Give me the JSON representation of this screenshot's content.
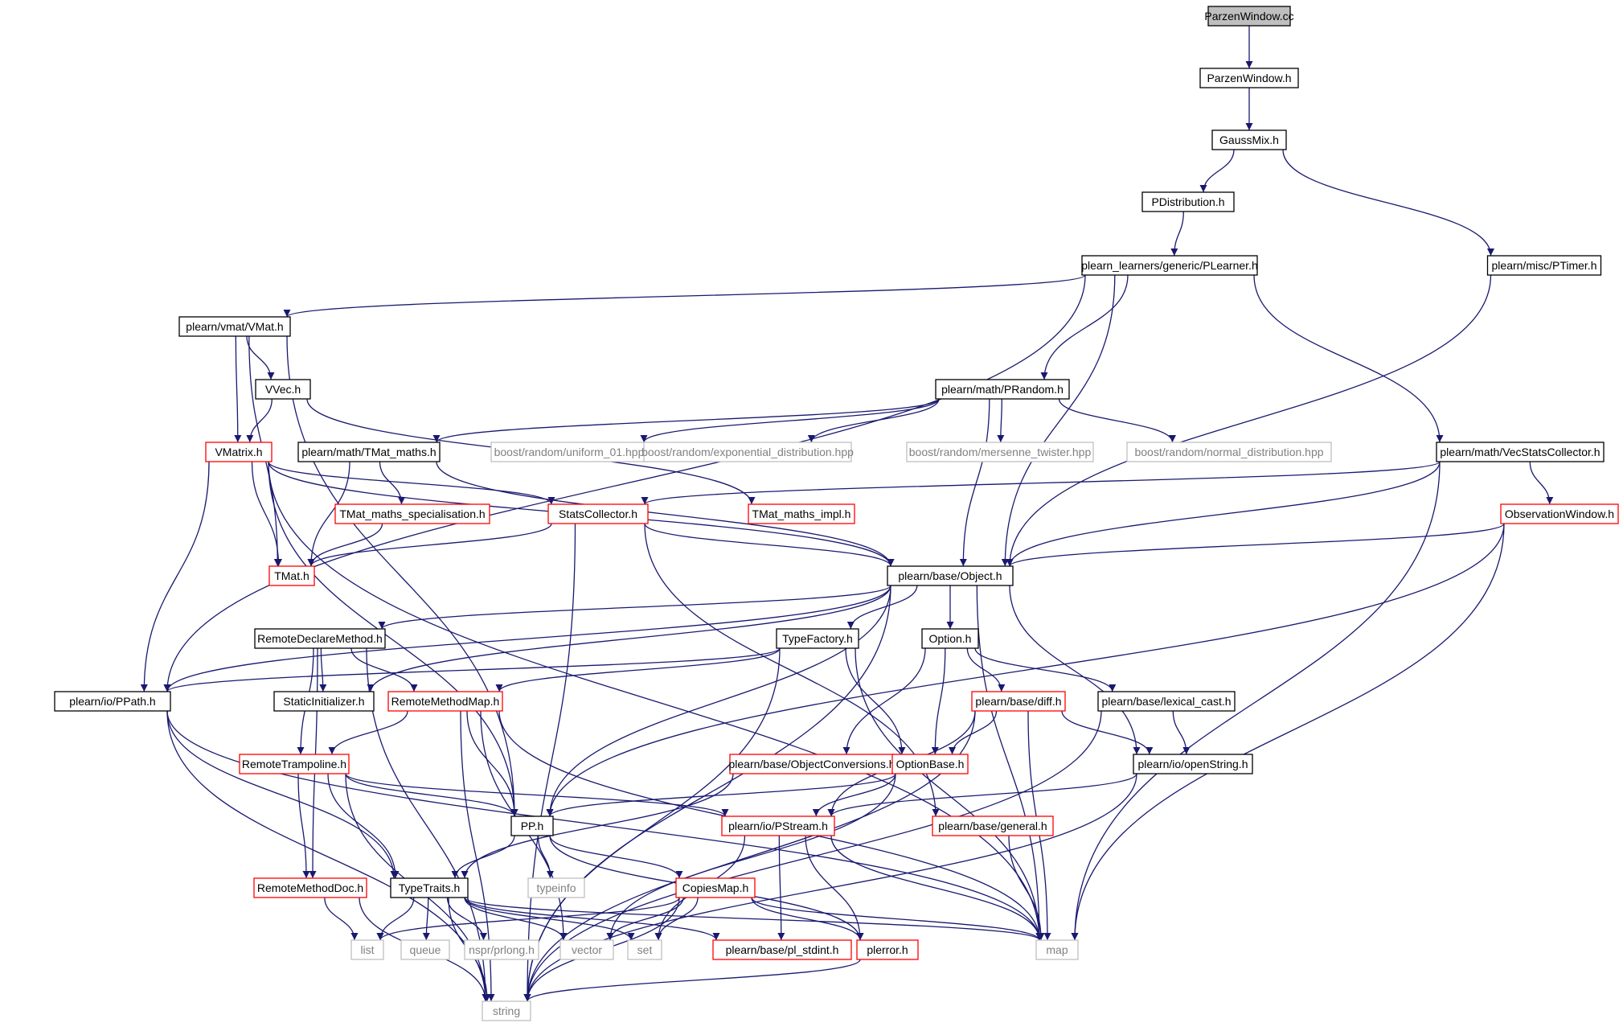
{
  "diagram_title": "",
  "colors": {
    "edge": "#191970",
    "root_fill": "#bfbfbf",
    "normal_border": "#000000",
    "truncated_border": "#ff0000",
    "system_border": "#bfbfbf",
    "system_text": "#808080"
  },
  "nodes": [
    {
      "id": "ParzenWindow_cc",
      "label": "ParzenWindow.cc",
      "kind": "root"
    },
    {
      "id": "ParzenWindow_h",
      "label": "ParzenWindow.h",
      "kind": "normal"
    },
    {
      "id": "GaussMix_h",
      "label": "GaussMix.h",
      "kind": "normal"
    },
    {
      "id": "PDistribution_h",
      "label": "PDistribution.h",
      "kind": "normal"
    },
    {
      "id": "PLearner_h",
      "label": "plearn_learners/generic/PLearner.h",
      "kind": "normal"
    },
    {
      "id": "PTimer_h",
      "label": "plearn/misc/PTimer.h",
      "kind": "normal"
    },
    {
      "id": "VMat_h",
      "label": "plearn/vmat/VMat.h",
      "kind": "normal"
    },
    {
      "id": "VVec_h",
      "label": "VVec.h",
      "kind": "normal"
    },
    {
      "id": "PRandom_h",
      "label": "plearn/math/PRandom.h",
      "kind": "normal"
    },
    {
      "id": "VMatrix_h",
      "label": "VMatrix.h",
      "kind": "truncated"
    },
    {
      "id": "TMat_maths_h",
      "label": "plearn/math/TMat_maths.h",
      "kind": "normal"
    },
    {
      "id": "uniform_01",
      "label": "boost/random/uniform_01.hpp",
      "kind": "system"
    },
    {
      "id": "exp_dist",
      "label": "boost/random/exponential_distribution.hpp",
      "kind": "system"
    },
    {
      "id": "mersenne",
      "label": "boost/random/mersenne_twister.hpp",
      "kind": "system"
    },
    {
      "id": "normal_dist",
      "label": "boost/random/normal_distribution.hpp",
      "kind": "system"
    },
    {
      "id": "VecStatsCollector_h",
      "label": "plearn/math/VecStatsCollector.h",
      "kind": "normal"
    },
    {
      "id": "TMat_maths_spec",
      "label": "TMat_maths_specialisation.h",
      "kind": "truncated"
    },
    {
      "id": "StatsCollector_h",
      "label": "StatsCollector.h",
      "kind": "truncated"
    },
    {
      "id": "TMat_maths_impl",
      "label": "TMat_maths_impl.h",
      "kind": "truncated"
    },
    {
      "id": "ObservationWindow_h",
      "label": "ObservationWindow.h",
      "kind": "truncated"
    },
    {
      "id": "TMat_h",
      "label": "TMat.h",
      "kind": "truncated"
    },
    {
      "id": "Object_h",
      "label": "plearn/base/Object.h",
      "kind": "normal"
    },
    {
      "id": "RemoteDeclareMethod_h",
      "label": "RemoteDeclareMethod.h",
      "kind": "normal"
    },
    {
      "id": "TypeFactory_h",
      "label": "TypeFactory.h",
      "kind": "normal"
    },
    {
      "id": "Option_h",
      "label": "Option.h",
      "kind": "normal"
    },
    {
      "id": "PPath_h",
      "label": "plearn/io/PPath.h",
      "kind": "normal"
    },
    {
      "id": "StaticInitializer_h",
      "label": "StaticInitializer.h",
      "kind": "normal"
    },
    {
      "id": "RemoteMethodMap_h",
      "label": "RemoteMethodMap.h",
      "kind": "truncated"
    },
    {
      "id": "diff_h",
      "label": "plearn/base/diff.h",
      "kind": "truncated"
    },
    {
      "id": "lexical_cast_h",
      "label": "plearn/base/lexical_cast.h",
      "kind": "normal"
    },
    {
      "id": "RemoteTrampoline_h",
      "label": "RemoteTrampoline.h",
      "kind": "truncated"
    },
    {
      "id": "ObjectConversions_h",
      "label": "plearn/base/ObjectConversions.h",
      "kind": "truncated"
    },
    {
      "id": "OptionBase_h",
      "label": "OptionBase.h",
      "kind": "truncated"
    },
    {
      "id": "openString_h",
      "label": "plearn/io/openString.h",
      "kind": "normal"
    },
    {
      "id": "PP_h",
      "label": "PP.h",
      "kind": "normal"
    },
    {
      "id": "PStream_h",
      "label": "plearn/io/PStream.h",
      "kind": "truncated"
    },
    {
      "id": "general_h",
      "label": "plearn/base/general.h",
      "kind": "truncated"
    },
    {
      "id": "RemoteMethodDoc_h",
      "label": "RemoteMethodDoc.h",
      "kind": "truncated"
    },
    {
      "id": "TypeTraits_h",
      "label": "TypeTraits.h",
      "kind": "normal"
    },
    {
      "id": "typeinfo",
      "label": "typeinfo",
      "kind": "system"
    },
    {
      "id": "CopiesMap_h",
      "label": "CopiesMap.h",
      "kind": "truncated"
    },
    {
      "id": "list",
      "label": "list",
      "kind": "system"
    },
    {
      "id": "queue",
      "label": "queue",
      "kind": "system"
    },
    {
      "id": "prlong_h",
      "label": "nspr/prlong.h",
      "kind": "system"
    },
    {
      "id": "vector",
      "label": "vector",
      "kind": "system"
    },
    {
      "id": "set",
      "label": "set",
      "kind": "system"
    },
    {
      "id": "pl_stdint_h",
      "label": "plearn/base/pl_stdint.h",
      "kind": "truncated"
    },
    {
      "id": "plerror_h",
      "label": "plerror.h",
      "kind": "truncated"
    },
    {
      "id": "map",
      "label": "map",
      "kind": "system"
    },
    {
      "id": "string",
      "label": "string",
      "kind": "system"
    }
  ],
  "edges": [
    [
      "ParzenWindow_cc",
      "ParzenWindow_h"
    ],
    [
      "ParzenWindow_h",
      "GaussMix_h"
    ],
    [
      "GaussMix_h",
      "PDistribution_h"
    ],
    [
      "GaussMix_h",
      "PTimer_h"
    ],
    [
      "PDistribution_h",
      "PLearner_h"
    ],
    [
      "PLearner_h",
      "VMat_h"
    ],
    [
      "PLearner_h",
      "PPath_h"
    ],
    [
      "PLearner_h",
      "PRandom_h"
    ],
    [
      "PLearner_h",
      "Object_h"
    ],
    [
      "PLearner_h",
      "VecStatsCollector_h"
    ],
    [
      "PTimer_h",
      "Object_h"
    ],
    [
      "VMat_h",
      "VVec_h"
    ],
    [
      "VMat_h",
      "VMatrix_h"
    ],
    [
      "VMat_h",
      "TMat_h"
    ],
    [
      "VMat_h",
      "PP_h"
    ],
    [
      "VVec_h",
      "VMatrix_h"
    ],
    [
      "VVec_h",
      "TMat_maths_impl"
    ],
    [
      "VMatrix_h",
      "TMat_h"
    ],
    [
      "VMatrix_h",
      "PPath_h"
    ],
    [
      "VMatrix_h",
      "StatsCollector_h"
    ],
    [
      "VMatrix_h",
      "Object_h"
    ],
    [
      "VMatrix_h",
      "PP_h"
    ],
    [
      "VMatrix_h",
      "map"
    ],
    [
      "PRandom_h",
      "TMat_maths_h"
    ],
    [
      "PRandom_h",
      "uniform_01"
    ],
    [
      "PRandom_h",
      "exp_dist"
    ],
    [
      "PRandom_h",
      "mersenne"
    ],
    [
      "PRandom_h",
      "normal_dist"
    ],
    [
      "PRandom_h",
      "Object_h"
    ],
    [
      "TMat_maths_h",
      "TMat_maths_spec"
    ],
    [
      "TMat_maths_h",
      "TMat_h"
    ],
    [
      "TMat_maths_h",
      "Object_h"
    ],
    [
      "TMat_maths_spec",
      "TMat_h"
    ],
    [
      "VecStatsCollector_h",
      "StatsCollector_h"
    ],
    [
      "VecStatsCollector_h",
      "ObservationWindow_h"
    ],
    [
      "VecStatsCollector_h",
      "Object_h"
    ],
    [
      "VecStatsCollector_h",
      "map"
    ],
    [
      "StatsCollector_h",
      "TMat_h"
    ],
    [
      "StatsCollector_h",
      "Object_h"
    ],
    [
      "StatsCollector_h",
      "general_h"
    ],
    [
      "StatsCollector_h",
      "string"
    ],
    [
      "ObservationWindow_h",
      "Object_h"
    ],
    [
      "ObservationWindow_h",
      "PP_h"
    ],
    [
      "ObservationWindow_h",
      "map"
    ],
    [
      "Object_h",
      "RemoteDeclareMethod_h"
    ],
    [
      "Object_h",
      "TypeFactory_h"
    ],
    [
      "Object_h",
      "Option_h"
    ],
    [
      "Object_h",
      "PPath_h"
    ],
    [
      "Object_h",
      "StaticInitializer_h"
    ],
    [
      "Object_h",
      "PP_h"
    ],
    [
      "Object_h",
      "openString_h"
    ],
    [
      "Object_h",
      "map"
    ],
    [
      "Object_h",
      "string"
    ],
    [
      "RemoteDeclareMethod_h",
      "StaticInitializer_h"
    ],
    [
      "RemoteDeclareMethod_h",
      "RemoteMethodMap_h"
    ],
    [
      "RemoteDeclareMethod_h",
      "RemoteTrampoline_h"
    ],
    [
      "RemoteDeclareMethod_h",
      "RemoteMethodDoc_h"
    ],
    [
      "RemoteDeclareMethod_h",
      "string"
    ],
    [
      "TypeFactory_h",
      "PPath_h"
    ],
    [
      "TypeFactory_h",
      "RemoteMethodMap_h"
    ],
    [
      "TypeFactory_h",
      "OptionBase_h"
    ],
    [
      "TypeFactory_h",
      "map"
    ],
    [
      "TypeFactory_h",
      "string"
    ],
    [
      "Option_h",
      "diff_h"
    ],
    [
      "Option_h",
      "lexical_cast_h"
    ],
    [
      "Option_h",
      "ObjectConversions_h"
    ],
    [
      "Option_h",
      "OptionBase_h"
    ],
    [
      "PPath_h",
      "TypeTraits_h"
    ],
    [
      "PPath_h",
      "map"
    ],
    [
      "PPath_h",
      "string"
    ],
    [
      "RemoteMethodMap_h",
      "RemoteTrampoline_h"
    ],
    [
      "RemoteMethodMap_h",
      "PP_h"
    ],
    [
      "RemoteMethodMap_h",
      "map"
    ],
    [
      "RemoteMethodMap_h",
      "vector"
    ],
    [
      "RemoteMethodMap_h",
      "string"
    ],
    [
      "diff_h",
      "OptionBase_h"
    ],
    [
      "diff_h",
      "openString_h"
    ],
    [
      "diff_h",
      "PStream_h"
    ],
    [
      "diff_h",
      "map"
    ],
    [
      "diff_h",
      "string"
    ],
    [
      "lexical_cast_h",
      "openString_h"
    ],
    [
      "lexical_cast_h",
      "string"
    ],
    [
      "RemoteTrampoline_h",
      "PP_h"
    ],
    [
      "RemoteTrampoline_h",
      "PStream_h"
    ],
    [
      "RemoteTrampoline_h",
      "RemoteMethodDoc_h"
    ],
    [
      "RemoteTrampoline_h",
      "TypeTraits_h"
    ],
    [
      "RemoteTrampoline_h",
      "string"
    ],
    [
      "ObjectConversions_h",
      "TypeTraits_h"
    ],
    [
      "OptionBase_h",
      "PP_h"
    ],
    [
      "OptionBase_h",
      "PStream_h"
    ],
    [
      "OptionBase_h",
      "vector"
    ],
    [
      "openString_h",
      "PStream_h"
    ],
    [
      "openString_h",
      "string"
    ],
    [
      "PP_h",
      "TypeTraits_h"
    ],
    [
      "PP_h",
      "typeinfo"
    ],
    [
      "PP_h",
      "CopiesMap_h"
    ],
    [
      "PP_h",
      "plerror_h"
    ],
    [
      "PStream_h",
      "set"
    ],
    [
      "PStream_h",
      "pl_stdint_h"
    ],
    [
      "PStream_h",
      "plerror_h"
    ],
    [
      "PStream_h",
      "map"
    ],
    [
      "general_h",
      "map"
    ],
    [
      "RemoteMethodDoc_h",
      "list"
    ],
    [
      "RemoteMethodDoc_h",
      "string"
    ],
    [
      "TypeTraits_h",
      "list"
    ],
    [
      "TypeTraits_h",
      "queue"
    ],
    [
      "TypeTraits_h",
      "prlong_h"
    ],
    [
      "TypeTraits_h",
      "vector"
    ],
    [
      "TypeTraits_h",
      "set"
    ],
    [
      "TypeTraits_h",
      "pl_stdint_h"
    ],
    [
      "TypeTraits_h",
      "map"
    ],
    [
      "TypeTraits_h",
      "string"
    ],
    [
      "CopiesMap_h",
      "list"
    ],
    [
      "CopiesMap_h",
      "vector"
    ],
    [
      "CopiesMap_h",
      "set"
    ],
    [
      "CopiesMap_h",
      "plerror_h"
    ],
    [
      "CopiesMap_h",
      "map"
    ],
    [
      "CopiesMap_h",
      "string"
    ],
    [
      "plerror_h",
      "string"
    ]
  ]
}
